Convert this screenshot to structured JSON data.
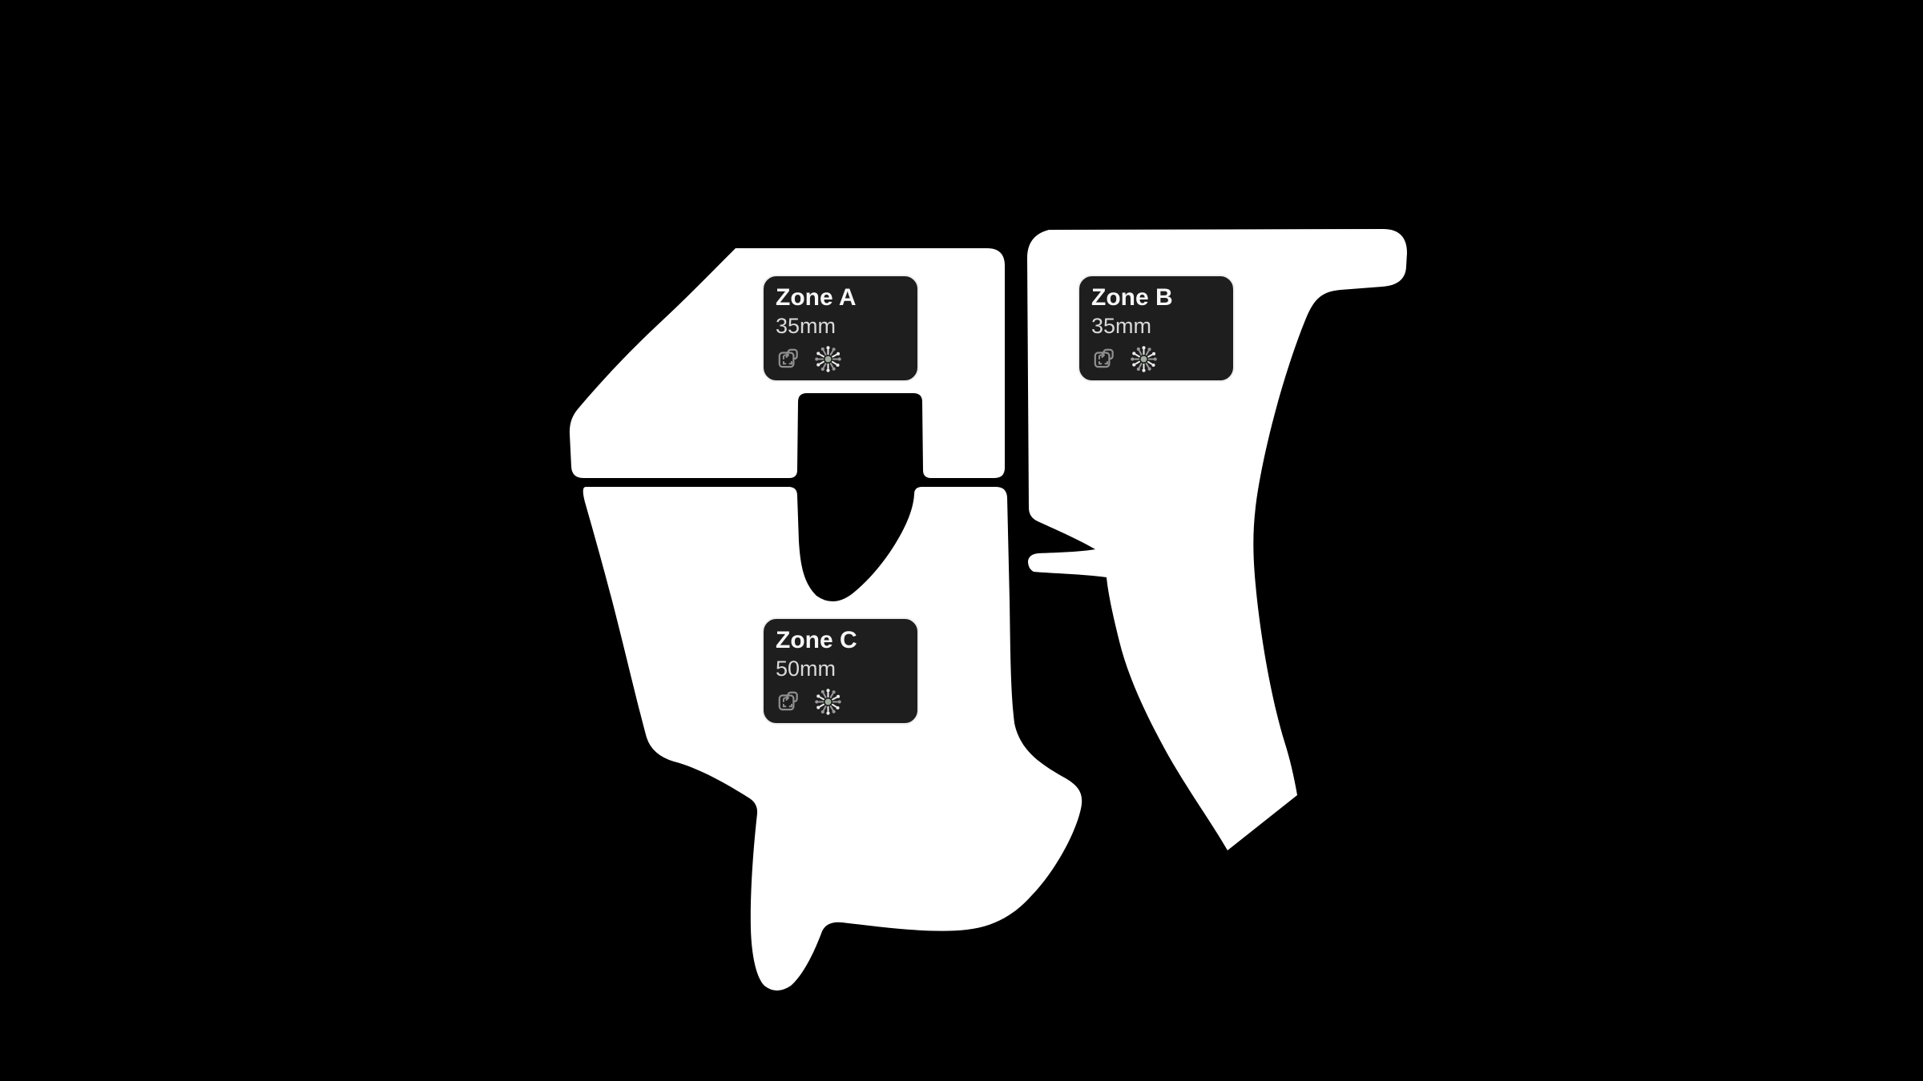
{
  "theme": {
    "page-bg": "#000000",
    "region-fill": "#ffffff",
    "card-bg": "#1e1e1e",
    "card-border": "#eeeeee",
    "title-color": "#f7f7f7",
    "subtitle-color": "#d9d9d9",
    "icon-gray": "#8f8f8f",
    "burst-light": "#ececec",
    "burst-dim": "#979797",
    "burst-center": "#9fae9a"
  },
  "zones": [
    {
      "name": "Zone A",
      "focal_length": "35mm"
    },
    {
      "name": "Zone B",
      "focal_length": "35mm"
    },
    {
      "name": "Zone C",
      "focal_length": "50mm"
    }
  ],
  "card_icons": [
    {
      "name": "export-frame-icon"
    },
    {
      "name": "burst-icon"
    }
  ]
}
